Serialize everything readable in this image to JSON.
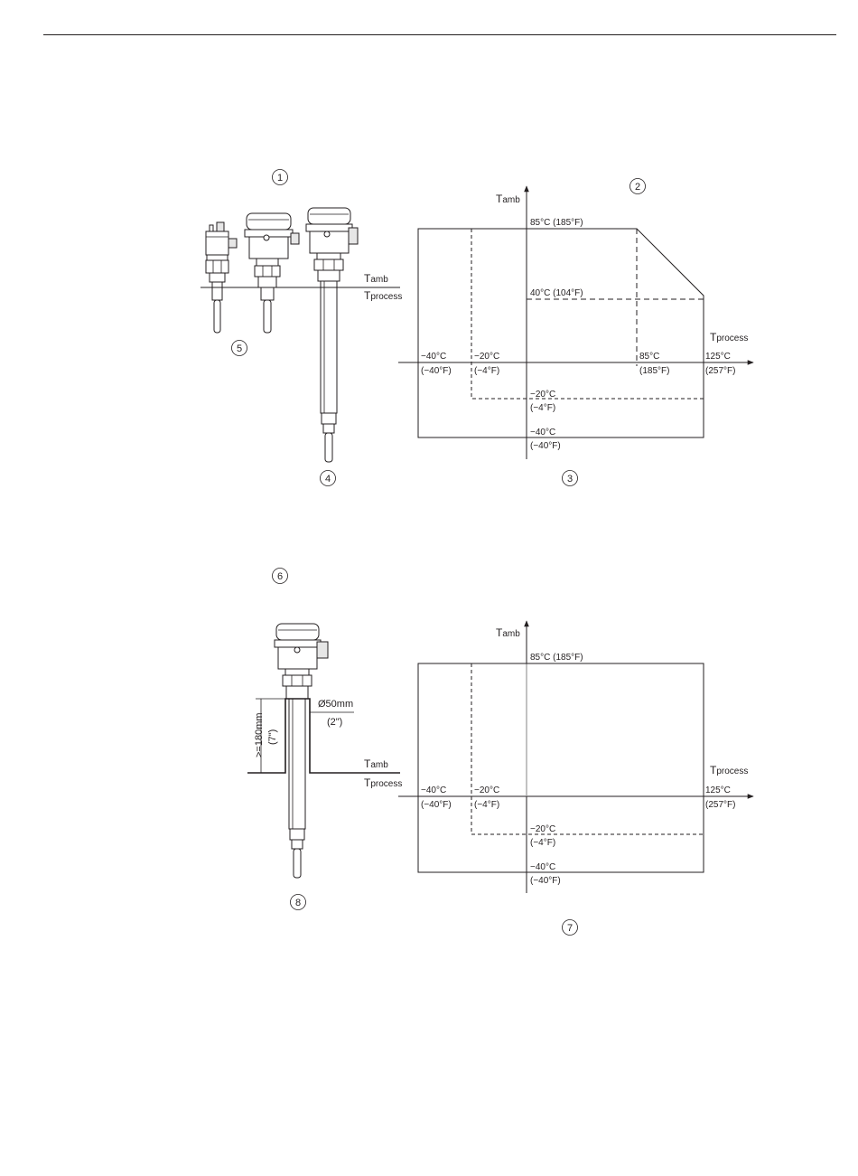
{
  "callouts": {
    "c1": "1",
    "c2": "2",
    "c3": "3",
    "c4": "4",
    "c5": "5",
    "c6": "6",
    "c7": "7",
    "c8": "8"
  },
  "top_left": {
    "tamb": "T",
    "tamb_sub": "amb",
    "tprocess": "T",
    "tprocess_sub": "process"
  },
  "top_chart": {
    "axis_y_main": "T",
    "axis_y_sub": "amb",
    "axis_x_main": "T",
    "axis_x_sub": "process",
    "y_top_label": "85°C (185°F)",
    "y_mid_label": "40°C (104°F)",
    "x_m40_c": "−40°C",
    "x_m40_f": "(−40°F)",
    "x_m20_c": "−20°C",
    "x_m20_f": "(−4°F)",
    "x_85_c": "85°C",
    "x_85_f": "(185°F)",
    "x_125_c": "125°C",
    "x_125_f": "(257°F)",
    "y_m20_c": "−20°C",
    "y_m20_f": "(−4°F)",
    "y_m40_c": "−40°C",
    "y_m40_f": "(−40°F)"
  },
  "bottom_left": {
    "dim_len": ">=180mm",
    "dim_len_in": "(7\")",
    "dim_dia": "Ø50mm",
    "dim_dia_in": "(2\")",
    "tamb": "T",
    "tamb_sub": "amb",
    "tprocess": "T",
    "tprocess_sub": "process"
  },
  "bottom_chart": {
    "axis_y_main": "T",
    "axis_y_sub": "amb",
    "axis_x_main": "T",
    "axis_x_sub": "process",
    "y_top_label": "85°C (185°F)",
    "x_m40_c": "−40°C",
    "x_m40_f": "(−40°F)",
    "x_m20_c": "−20°C",
    "x_m20_f": "(−4°F)",
    "x_125_c": "125°C",
    "x_125_f": "(257°F)",
    "y_m20_c": "−20°C",
    "y_m20_f": "(−4°F)",
    "y_m40_c": "−40°C",
    "y_m40_f": "(−40°F)"
  }
}
